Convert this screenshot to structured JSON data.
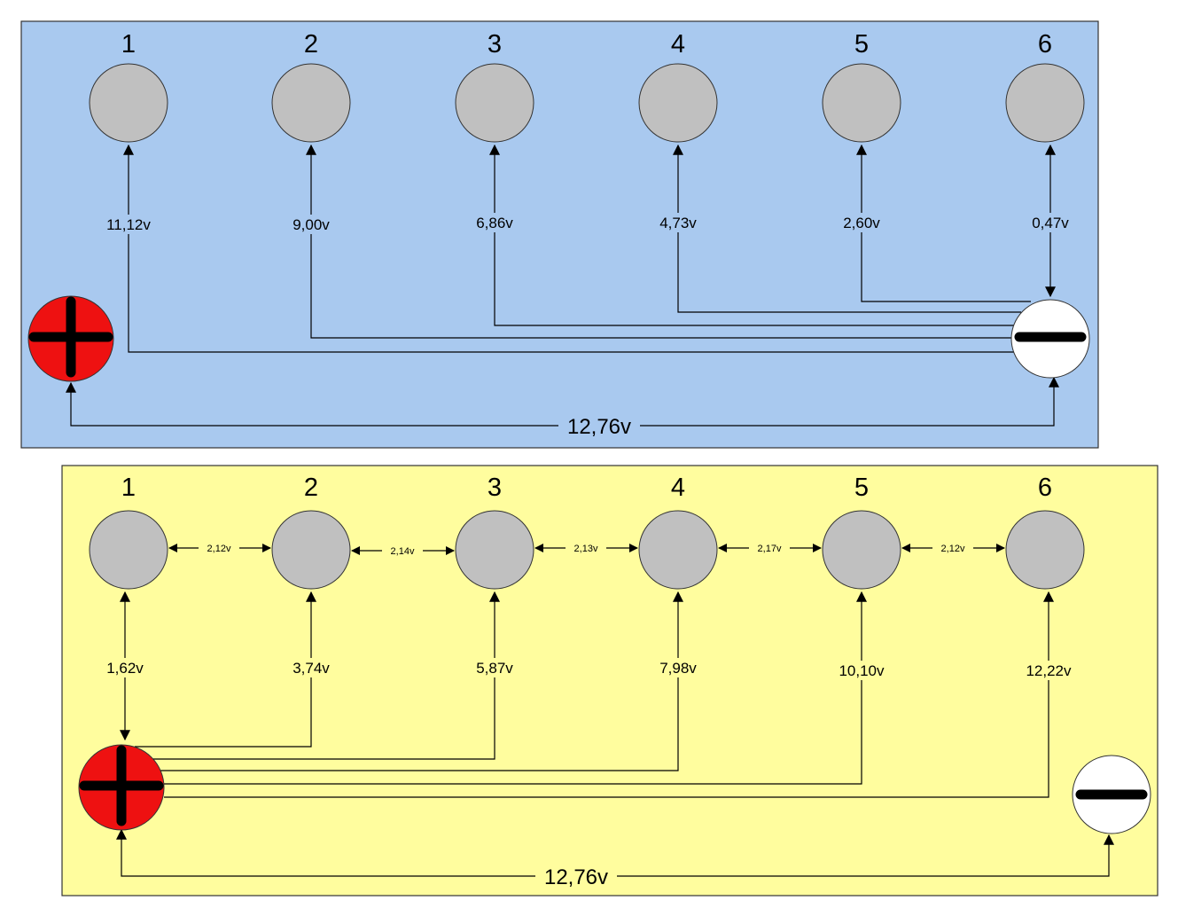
{
  "panels": [
    {
      "id": "top",
      "background": "#a9c9ef",
      "cell_labels": [
        "1",
        "2",
        "3",
        "4",
        "5",
        "6"
      ],
      "cell_voltages": [
        "11,12v",
        "9,00v",
        "6,86v",
        "4,73v",
        "2,60v",
        "0,47v"
      ],
      "total_voltage": "12,76v"
    },
    {
      "id": "bottom",
      "background": "#fffd9e",
      "cell_labels": [
        "1",
        "2",
        "3",
        "4",
        "5",
        "6"
      ],
      "cell_voltages": [
        "1,62v",
        "3,74v",
        "5,87v",
        "7,98v",
        "10,10v",
        "12,22v"
      ],
      "between_voltages": [
        "2,12v",
        "2,14v",
        "2,13v",
        "2,17v",
        "2,12v"
      ],
      "total_voltage": "12,76v"
    }
  ],
  "colors": {
    "cell": "#c0c0c0",
    "positive_terminal": "#ee1111",
    "negative_terminal": "#ffffff"
  },
  "icons": [
    "plus-icon",
    "minus-icon"
  ]
}
